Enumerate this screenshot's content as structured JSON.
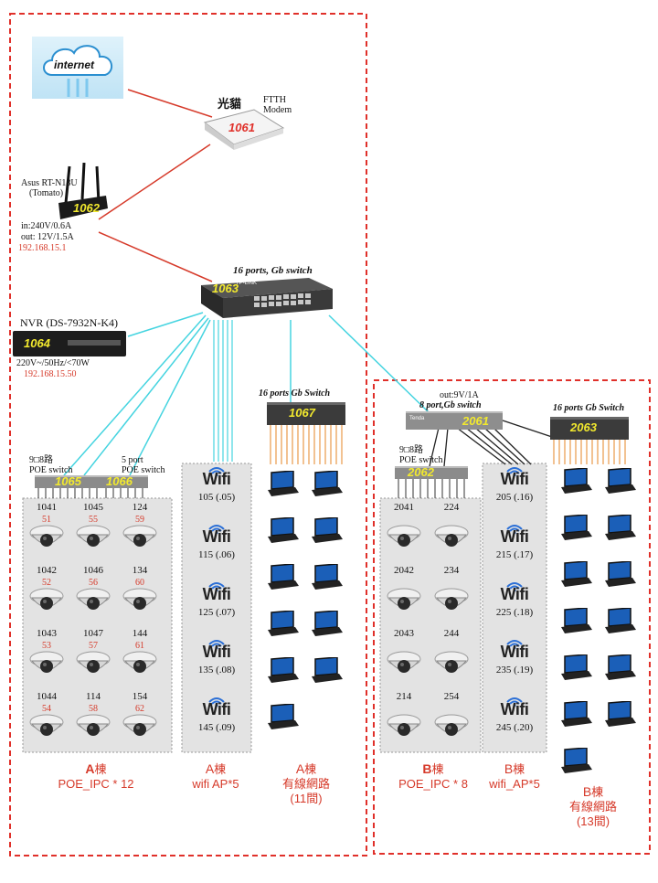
{
  "internet": {
    "label": "internet"
  },
  "modem": {
    "id": "1061",
    "name_cn": "光貓",
    "name_en": [
      "FTTH",
      "Modem"
    ]
  },
  "router": {
    "id": "1062",
    "name": [
      "Asus RT-N18U",
      "(Tomato)"
    ],
    "power": [
      "in:240V/0.6A",
      "out: 12V/1.5A"
    ],
    "ip": "192.168.15.1"
  },
  "core_switch": {
    "id": "1063",
    "label": "16 ports, Gb switch",
    "brand": "TP-LINK"
  },
  "nvr": {
    "id": "1064",
    "label": "NVR (DS-7932N-K4)",
    "power": "220V~/50Hz/<70W",
    "ip": "192.168.15.50"
  },
  "switch_a1": {
    "id": "1065",
    "label": [
      "9□8路",
      "POE switch"
    ]
  },
  "switch_a2": {
    "id": "1066",
    "label": [
      "5 port",
      "POE switch"
    ]
  },
  "switch_a3": {
    "id": "1067",
    "label": "16 ports Gb Switch"
  },
  "switch_b_main": {
    "id": "2061",
    "label": [
      "out:9V/1A",
      "8 port,Gb switch"
    ],
    "brand": "Tenda"
  },
  "switch_b1": {
    "id": "2062",
    "label": [
      "9□8路",
      "POE switch"
    ]
  },
  "switch_b2": {
    "id": "2063",
    "label": "16 ports Gb Switch"
  },
  "building_a": {
    "cameras": [
      {
        "name": "1041",
        "ip": "51"
      },
      {
        "name": "1045",
        "ip": "55"
      },
      {
        "name": "124",
        "ip": "59"
      },
      {
        "name": "1042",
        "ip": "52"
      },
      {
        "name": "1046",
        "ip": "56"
      },
      {
        "name": "134",
        "ip": "60"
      },
      {
        "name": "1043",
        "ip": "53"
      },
      {
        "name": "1047",
        "ip": "57"
      },
      {
        "name": "144",
        "ip": "61"
      },
      {
        "name": "1044",
        "ip": "54"
      },
      {
        "name": "114",
        "ip": "58"
      },
      {
        "name": "154",
        "ip": "62"
      }
    ],
    "wifi": [
      {
        "word": "Wifi",
        "label": "105 (.05)"
      },
      {
        "word": "Wifi",
        "label": "115 (.06)"
      },
      {
        "word": "Wifi",
        "label": "125 (.07)"
      },
      {
        "word": "Wifi",
        "label": "135 (.08)"
      },
      {
        "word": "Wifi",
        "label": "145 (.09)"
      }
    ],
    "cam_title": {
      "building": "A",
      "suffix": "棟",
      "text": "POE_IPC * 12"
    },
    "wifi_title": {
      "building": "A",
      "suffix": "棟",
      "text": "wifi AP*5"
    },
    "wired_title": {
      "building": "A",
      "suffix": "棟",
      "line2": "有線網路",
      "line3": "(11間)"
    },
    "laptops": 11
  },
  "building_b": {
    "cameras": [
      {
        "name": "2041",
        "ip": ""
      },
      {
        "name": "224",
        "ip": ""
      },
      {
        "name": "2042",
        "ip": ""
      },
      {
        "name": "234",
        "ip": ""
      },
      {
        "name": "2043",
        "ip": ""
      },
      {
        "name": "244",
        "ip": ""
      },
      {
        "name": "214",
        "ip": ""
      },
      {
        "name": "254",
        "ip": ""
      }
    ],
    "wifi": [
      {
        "word": "Wifi",
        "label": "205 (.16)"
      },
      {
        "word": "Wifi",
        "label": "215 (.17)"
      },
      {
        "word": "Wifi",
        "label": "225 (.18)"
      },
      {
        "word": "Wifi",
        "label": "235 (.19)"
      },
      {
        "word": "Wifi",
        "label": "245 (.20)"
      }
    ],
    "cam_title": {
      "building": "B",
      "suffix": "棟",
      "text": "POE_IPC * 8"
    },
    "wifi_title": {
      "building": "B",
      "suffix": "棟",
      "text": "wifi_AP*5"
    },
    "wired_title": {
      "building": "B",
      "suffix": "棟",
      "line2": "有線網路",
      "line3": "(13間)"
    },
    "laptops": 13
  },
  "colors": {
    "red_line": "#d63a2a",
    "cyan_line": "#45d4e0",
    "border": "#e0302a",
    "panel": "#e3e3e3",
    "id_yellow": "#f2e92e",
    "id_red": "#e0302a"
  }
}
